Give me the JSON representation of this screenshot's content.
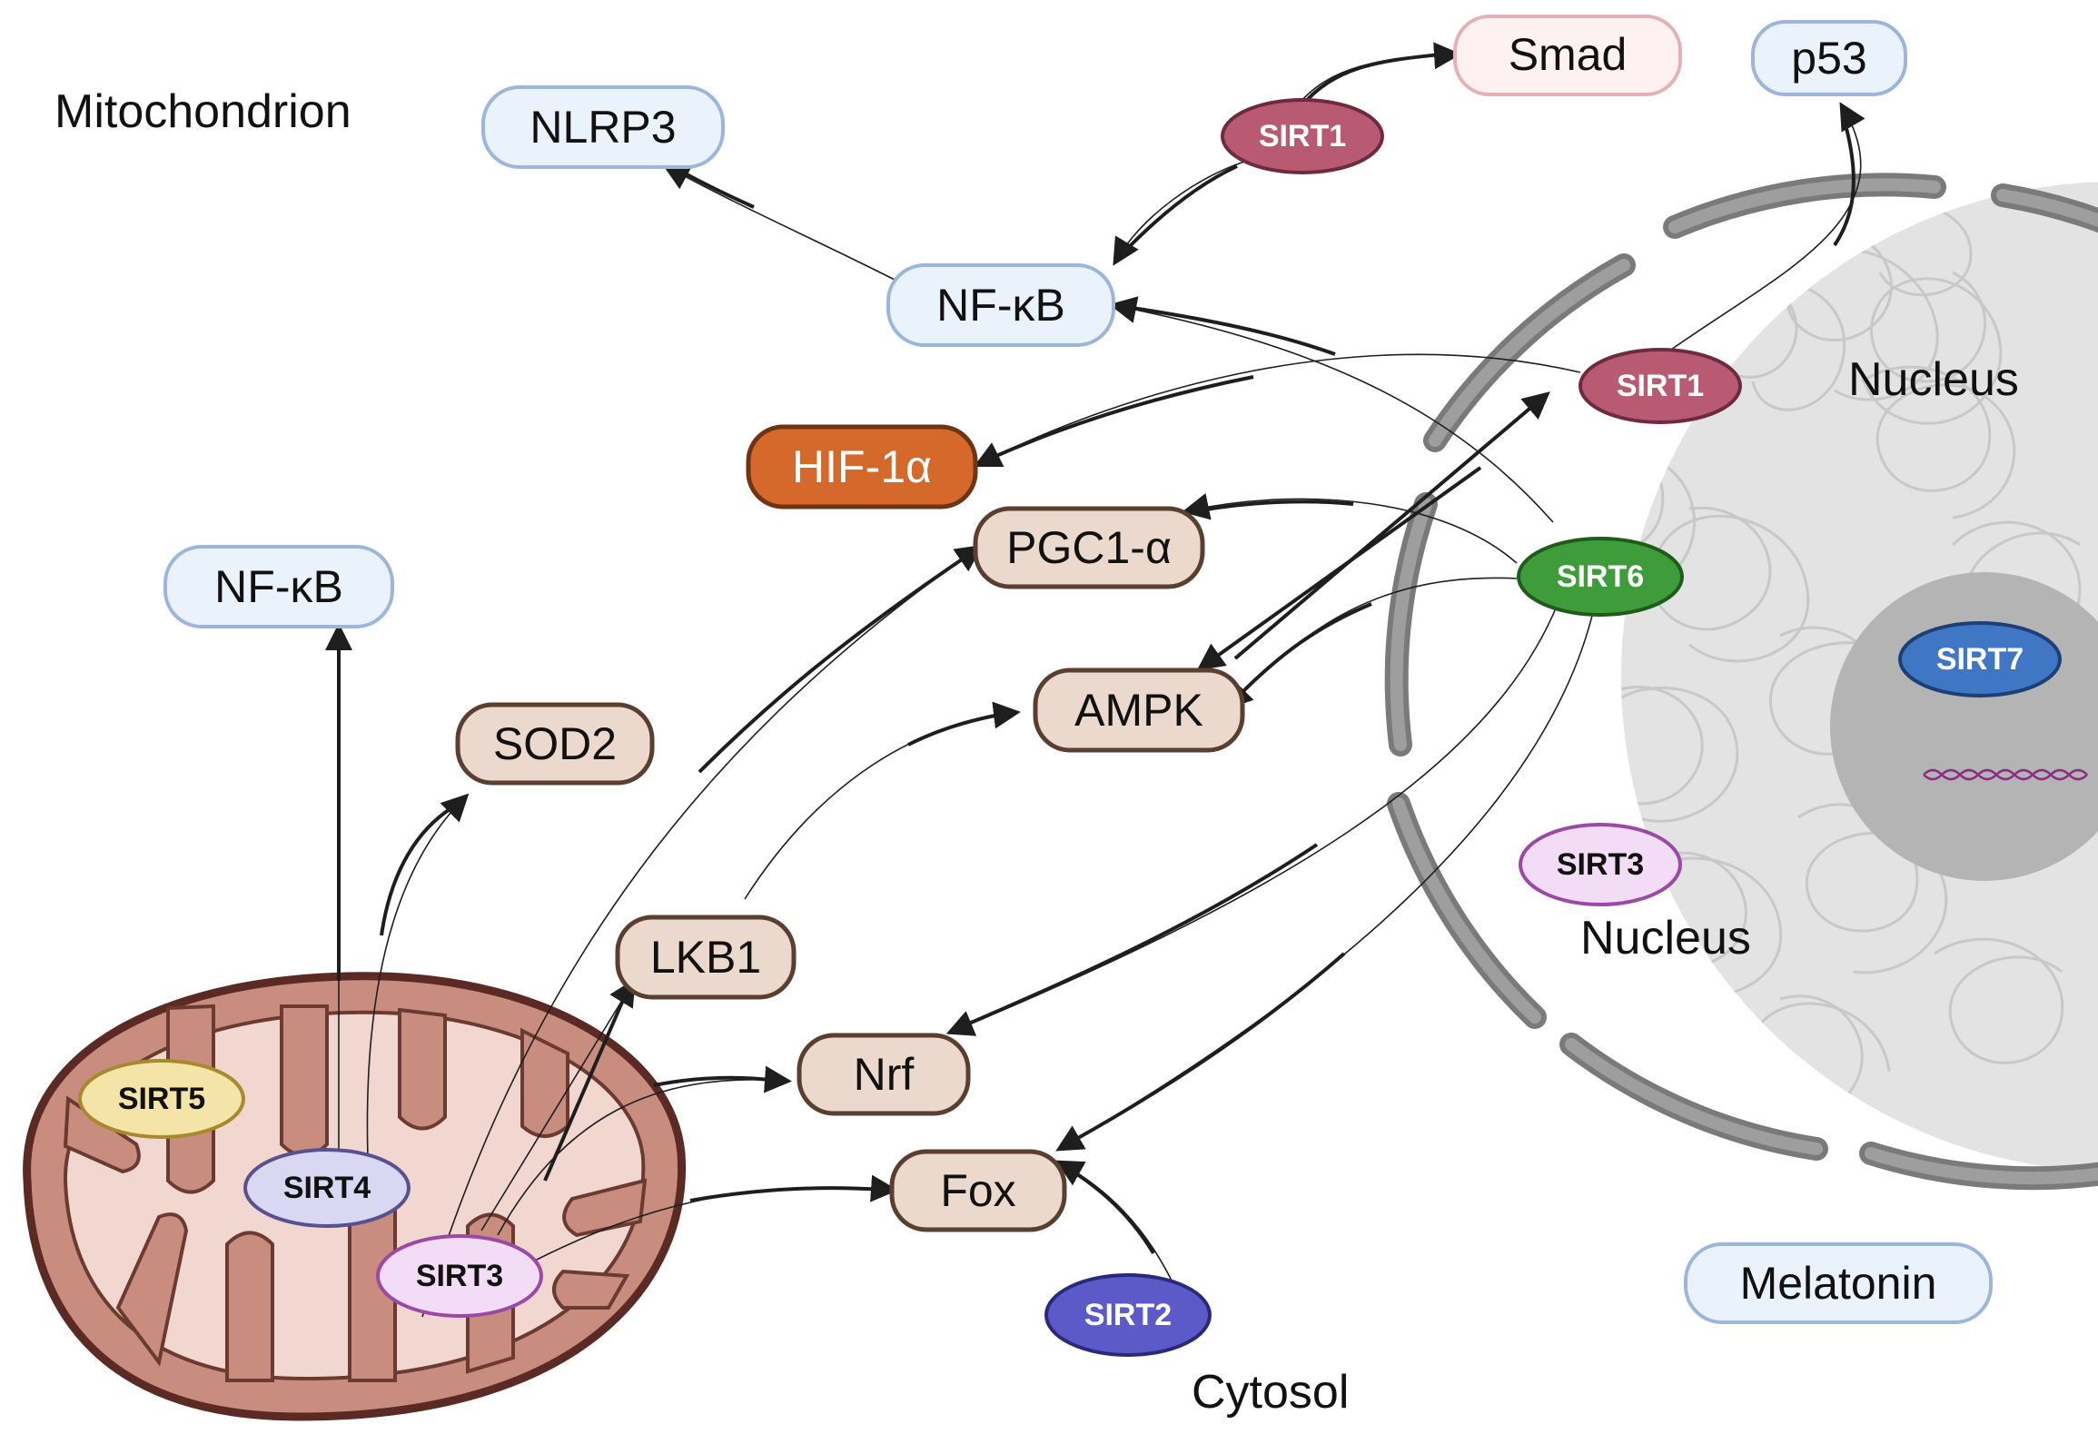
{
  "regions": {
    "mitochondrion": "Mitochondrion",
    "nucleus_top": "Nucleus",
    "nucleus_lower": "Nucleus",
    "cytosol": "Cytosol"
  },
  "nodes": {
    "smad": "Smad",
    "p53": "p53",
    "nlrp3": "NLRP3",
    "nfkb_top": "NF-κB",
    "hif1a": "HIF-1α",
    "pgc1a": "PGC1-α",
    "nfkb_left": "NF-κB",
    "ampk": "AMPK",
    "sod2": "SOD2",
    "lkb1": "LKB1",
    "nrf": "Nrf",
    "fox": "Fox",
    "melatonin": "Melatonin"
  },
  "sirtuins": {
    "sirt1_top": "SIRT1",
    "sirt1_nucleus": "SIRT1",
    "sirt6": "SIRT6",
    "sirt7": "SIRT7",
    "sirt3_nucleus": "SIRT3",
    "sirt5": "SIRT5",
    "sirt4": "SIRT4",
    "sirt3_mito": "SIRT3",
    "sirt2": "SIRT2"
  },
  "colors": {
    "blue_box_fill": "#eaf2fb",
    "blue_box_stroke": "#9db5dc",
    "smad_fill": "#fdf1f1",
    "smad_stroke": "#e6b1b5",
    "tan_box_fill": "#ead9cc",
    "tan_box_stroke": "#5a3f30",
    "hif_fill": "#d4692b",
    "hif_stroke": "#6e3414",
    "sirt1": "#b85a72",
    "sirt6": "#3f9c3a",
    "sirt7": "#3f77c4",
    "sirt3": "#f3dcf5",
    "sirt5": "#f4e4a7",
    "sirt4": "#d9d7f1",
    "sirt2": "#5b5ac8",
    "mito_outer": "#c98d80",
    "mito_inner": "#f2d7d0",
    "nucleus_fill": "#e3e3e3",
    "nucleolus_fill": "#b4b4b4"
  }
}
